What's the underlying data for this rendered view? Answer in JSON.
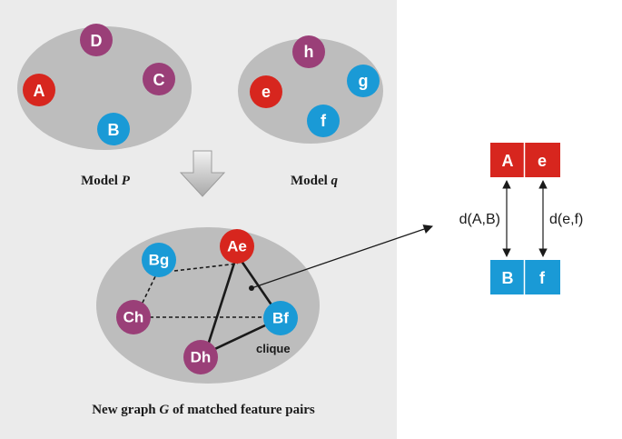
{
  "colors": {
    "panel_bg": "#ebebeb",
    "ellipse_fill": "#bdbdbd",
    "red": "#d7261e",
    "purple": "#9a3f78",
    "blue": "#1a9ad6",
    "edge": "#1a1a1a"
  },
  "model_p": {
    "nodes": [
      "D",
      "A",
      "C",
      "B"
    ],
    "caption_prefix": "Model ",
    "caption_var": "P"
  },
  "model_q": {
    "nodes": [
      "h",
      "e",
      "g",
      "f"
    ],
    "caption_prefix": "Model ",
    "caption_var": "q"
  },
  "graph_g": {
    "nodes": [
      "Ae",
      "Bg",
      "Ch",
      "Bf",
      "Dh"
    ],
    "clique_label": "clique",
    "caption_prefix": "New graph ",
    "caption_var": "G",
    "caption_suffix": " of matched feature pairs"
  },
  "pairs": {
    "top": [
      "A",
      "e"
    ],
    "bottom": [
      "B",
      "f"
    ],
    "distance_left": "d(A,B)",
    "distance_right": "d(e,f)"
  }
}
